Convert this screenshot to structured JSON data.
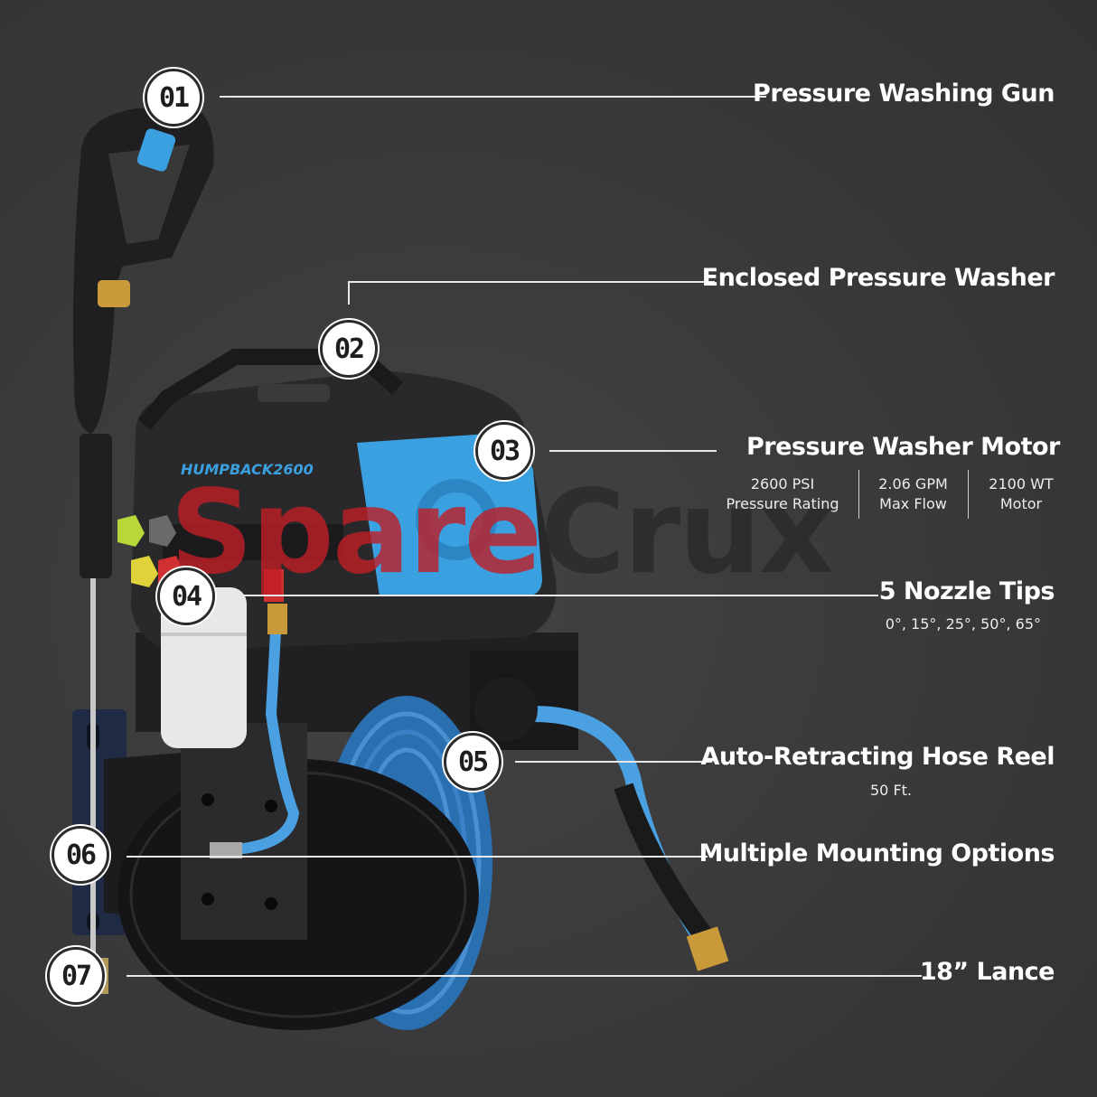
{
  "watermark": {
    "part1": "Spare",
    "part2": "Crux"
  },
  "product": {
    "brand_text": "HUMPBACK2600"
  },
  "callouts": [
    {
      "number": "01",
      "label": "Pressure Washing Gun"
    },
    {
      "number": "02",
      "label": "Enclosed Pressure Washer"
    },
    {
      "number": "03",
      "label": "Pressure Washer Motor"
    },
    {
      "number": "04",
      "label": "5 Nozzle Tips",
      "sub": "0°, 15°, 25°, 50°, 65°"
    },
    {
      "number": "05",
      "label": "Auto-Retracting Hose Reel",
      "sub": "50 Ft."
    },
    {
      "number": "06",
      "label": "Multiple Mounting Options"
    },
    {
      "number": "07",
      "label": "18” Lance"
    }
  ],
  "specs": [
    {
      "value": "2600 PSI",
      "caption": "Pressure Rating"
    },
    {
      "value": "2.06 GPM",
      "caption": "Max Flow"
    },
    {
      "value": "2100 WT",
      "caption": "Motor"
    }
  ],
  "colors": {
    "accent_blue": "#3aa0e0",
    "watermark_red": "#c01e26",
    "background": "#3a3a3b"
  }
}
